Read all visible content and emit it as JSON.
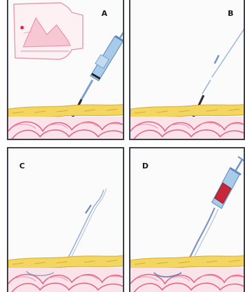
{
  "panels": {
    "a": {
      "label": "A"
    },
    "b": {
      "label": "B"
    },
    "c": {
      "label": "C"
    },
    "d": {
      "label": "D"
    }
  },
  "colors": {
    "fat": "#f2d55e",
    "fat_edge": "#d9ad3a",
    "skin": "#f7d9e2",
    "skin_line": "#e48aa6",
    "tissue": "#fbe3ea",
    "tissue_loop": "#e0668c",
    "syringe": "#9fc3e6",
    "syringe_edge": "#6b94c4",
    "needle": "#2d3038",
    "blood": "#c8273a",
    "frame": "#3d4048",
    "ultrasound_inset": "#f4b8c8"
  },
  "icons": [
    "syringe-icon",
    "needle-icon",
    "guidewire-icon",
    "catheter-icon",
    "ultrasound-inset-icon"
  ]
}
